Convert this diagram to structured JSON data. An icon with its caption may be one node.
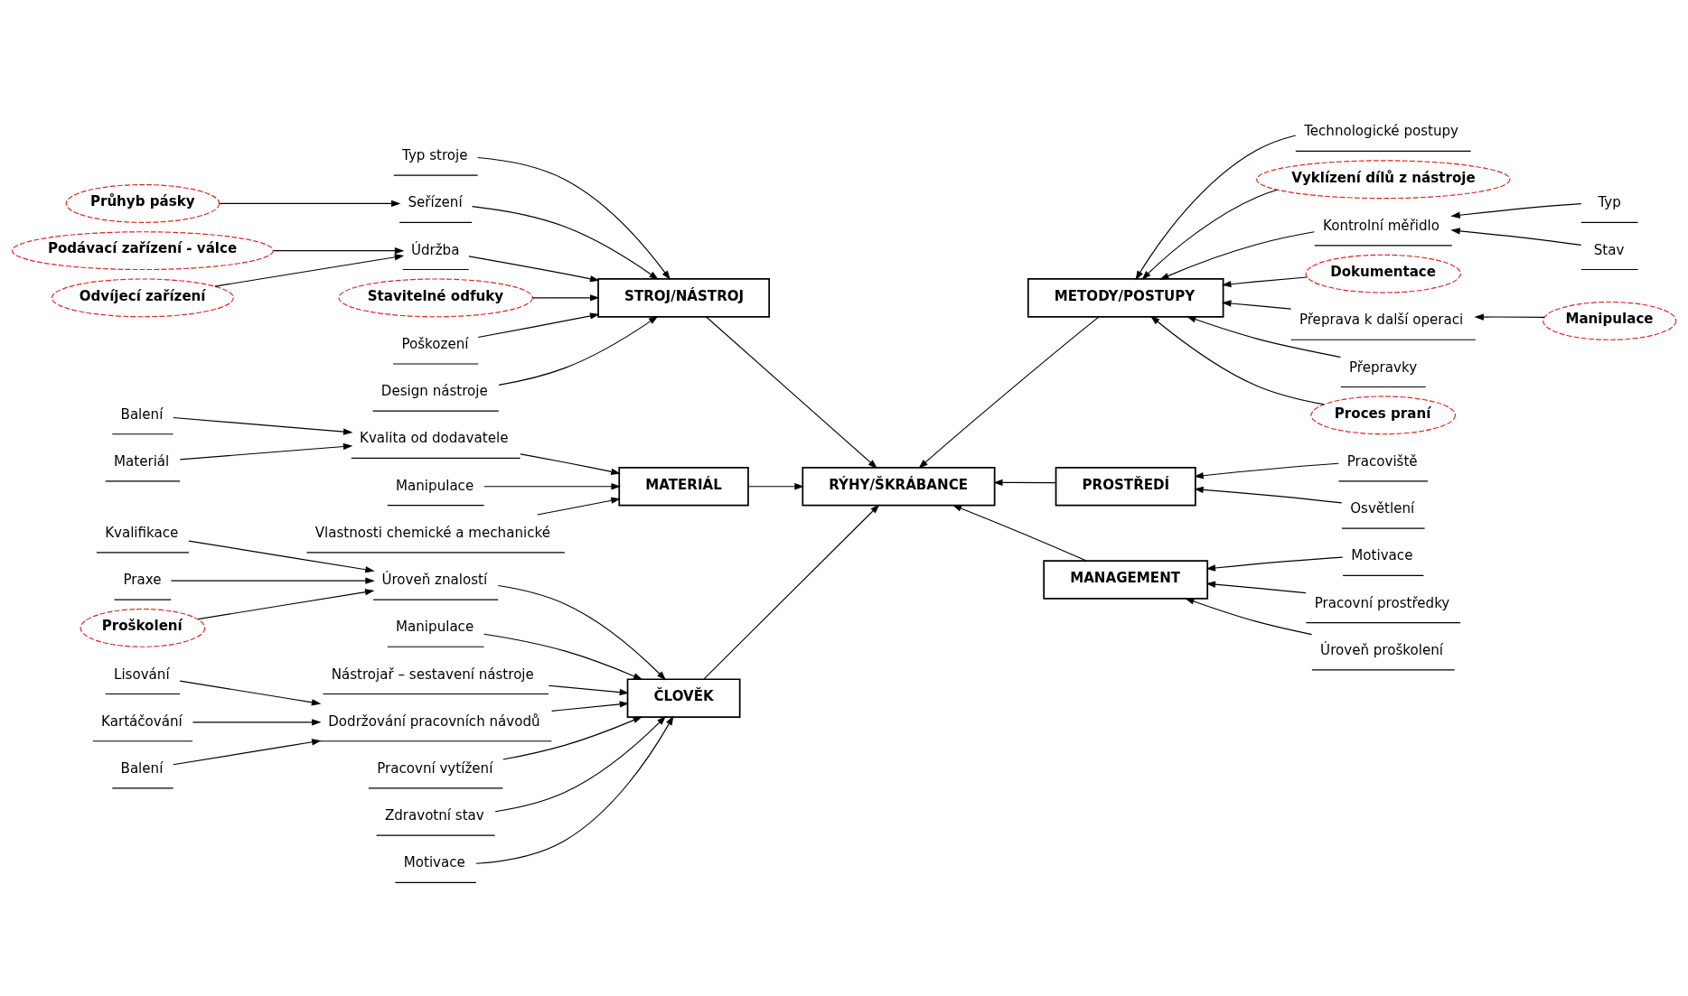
{
  "diagram": {
    "nodes": [
      {
        "text": [
          "ČLOVĚK"
        ]
      },
      {
        "text": [
          "STROJ/NÁSTROJ"
        ]
      },
      {
        "text": [
          "MATERIÁL"
        ]
      },
      {
        "text": [
          "RÝHY/ŠKRÁBANCE"
        ]
      },
      {
        "text": [
          "METODY/POSTUPY"
        ]
      },
      {
        "text": [
          "PROSTŘEDÍ"
        ]
      },
      {
        "text": [
          "MANAGEMENT"
        ]
      },
      {
        "text": [
          "Úroveň znalostí"
        ]
      },
      {
        "text": [
          "Kvalifikace"
        ]
      },
      {
        "text": [
          "Praxe"
        ]
      },
      {
        "text": [
          "Proškolení"
        ]
      },
      {
        "text": [
          "Manipulace"
        ]
      },
      {
        "text": [
          "Nástrojař – sestavení nástroje"
        ]
      },
      {
        "text": [
          "Dodržování pracovních návodů"
        ]
      },
      {
        "text": [
          "Lisování"
        ]
      },
      {
        "text": [
          "Kartáčování"
        ]
      },
      {
        "text": [
          "Balení"
        ]
      },
      {
        "text": [
          "Pracovní vytížení"
        ]
      },
      {
        "text": [
          "Zdravotní stav"
        ]
      },
      {
        "text": [
          "Motivace"
        ]
      },
      {
        "text": [
          "Typ stroje"
        ]
      },
      {
        "text": [
          "Seřízení"
        ]
      },
      {
        "text": [
          "Průhyb pásky"
        ]
      },
      {
        "text": [
          "Údržba"
        ]
      },
      {
        "text": [
          "Podávací zařízení - válce"
        ]
      },
      {
        "text": [
          "Odvíjecí zařízení"
        ]
      },
      {
        "text": [
          "Stavitelné odfuky"
        ]
      },
      {
        "text": [
          "Poškození"
        ]
      },
      {
        "text": [
          "Design nástroje"
        ]
      },
      {
        "text": [
          "Kvalita od dodavatele"
        ]
      },
      {
        "text": [
          "Balení"
        ]
      },
      {
        "text": [
          "Materiál"
        ]
      },
      {
        "text": [
          "Manipulace"
        ]
      },
      {
        "text": [
          "Vlastnosti chemické a mechanické"
        ]
      },
      {
        "text": [
          "Technologické postupy"
        ]
      },
      {
        "text": [
          "Vyklízení dílů z nástroje"
        ]
      },
      {
        "text": [
          "Kontrolní měřidlo"
        ]
      },
      {
        "text": [
          "Typ"
        ]
      },
      {
        "text": [
          "Stav"
        ]
      },
      {
        "text": [
          "Dokumentace"
        ]
      },
      {
        "text": [
          "Přeprava k další operaci"
        ]
      },
      {
        "text": [
          "Manipulace"
        ]
      },
      {
        "text": [
          "Přepravky"
        ]
      },
      {
        "text": [
          "Proces praní"
        ]
      },
      {
        "text": [
          "Pracoviště"
        ]
      },
      {
        "text": [
          "Osvětlení"
        ]
      },
      {
        "text": [
          "Motivace"
        ]
      },
      {
        "text": [
          "Pracovní prostředky"
        ]
      },
      {
        "text": [
          "Úroveň proškolení"
        ]
      }
    ],
    "edges": [
      {
        "from": 0,
        "to": 3,
        "arrow": "to"
      },
      {
        "from": 1,
        "to": 3,
        "arrow": "to"
      },
      {
        "from": 2,
        "to": 3,
        "arrow": "to"
      },
      {
        "from": 4,
        "to": 3,
        "arrow": "to"
      },
      {
        "from": 5,
        "to": 3,
        "arrow": "to"
      },
      {
        "from": 6,
        "to": 3,
        "arrow": "to"
      },
      {
        "from": 7,
        "to": 0,
        "arrow": "to"
      },
      {
        "from": 8,
        "to": 7,
        "arrow": "to"
      },
      {
        "from": 9,
        "to": 7,
        "arrow": "to"
      },
      {
        "from": 10,
        "to": 7,
        "arrow": "to"
      },
      {
        "from": 11,
        "to": 0,
        "arrow": "to"
      },
      {
        "from": 12,
        "to": 0,
        "arrow": "to"
      },
      {
        "from": 13,
        "to": 0,
        "arrow": "to"
      },
      {
        "from": 14,
        "to": 13,
        "arrow": "to"
      },
      {
        "from": 15,
        "to": 13,
        "arrow": "to"
      },
      {
        "from": 16,
        "to": 13,
        "arrow": "to"
      },
      {
        "from": 17,
        "to": 0,
        "arrow": "to"
      },
      {
        "from": 18,
        "to": 0,
        "arrow": "to"
      },
      {
        "from": 19,
        "to": 0,
        "arrow": "to"
      },
      {
        "from": 20,
        "to": 1,
        "arrow": "to"
      },
      {
        "from": 21,
        "to": 1,
        "arrow": "to"
      },
      {
        "from": 22,
        "to": 21,
        "arrow": "to"
      },
      {
        "from": 23,
        "to": 1,
        "arrow": "to"
      },
      {
        "from": 24,
        "to": 23,
        "arrow": "to"
      },
      {
        "from": 25,
        "to": 23,
        "arrow": "to"
      },
      {
        "from": 26,
        "to": 1,
        "arrow": "to"
      },
      {
        "from": 27,
        "to": 1,
        "arrow": "to"
      },
      {
        "from": 28,
        "to": 1,
        "arrow": "to"
      },
      {
        "from": 29,
        "to": 2,
        "arrow": "to"
      },
      {
        "from": 30,
        "to": 29,
        "arrow": "to"
      },
      {
        "from": 31,
        "to": 29,
        "arrow": "to"
      },
      {
        "from": 32,
        "to": 2,
        "arrow": "to"
      },
      {
        "from": 33,
        "to": 2,
        "arrow": "to"
      },
      {
        "from": 34,
        "to": 4,
        "arrow": "to"
      },
      {
        "from": 35,
        "to": 4,
        "arrow": "to"
      },
      {
        "from": 36,
        "to": 4,
        "arrow": "to"
      },
      {
        "from": 37,
        "to": 36,
        "arrow": "to"
      },
      {
        "from": 38,
        "to": 36,
        "arrow": "to"
      },
      {
        "from": 39,
        "to": 4,
        "arrow": "to"
      },
      {
        "from": 40,
        "to": 4,
        "arrow": "to"
      },
      {
        "from": 41,
        "to": 40,
        "arrow": "to"
      },
      {
        "from": 42,
        "to": 4,
        "arrow": "to"
      },
      {
        "from": 43,
        "to": 4,
        "arrow": "to"
      },
      {
        "from": 44,
        "to": 5,
        "arrow": "to"
      },
      {
        "from": 45,
        "to": 5,
        "arrow": "to"
      },
      {
        "from": 46,
        "to": 6,
        "arrow": "to"
      },
      {
        "from": 47,
        "to": 6,
        "arrow": "to"
      },
      {
        "from": 48,
        "to": 6,
        "arrow": "to"
      }
    ]
  }
}
